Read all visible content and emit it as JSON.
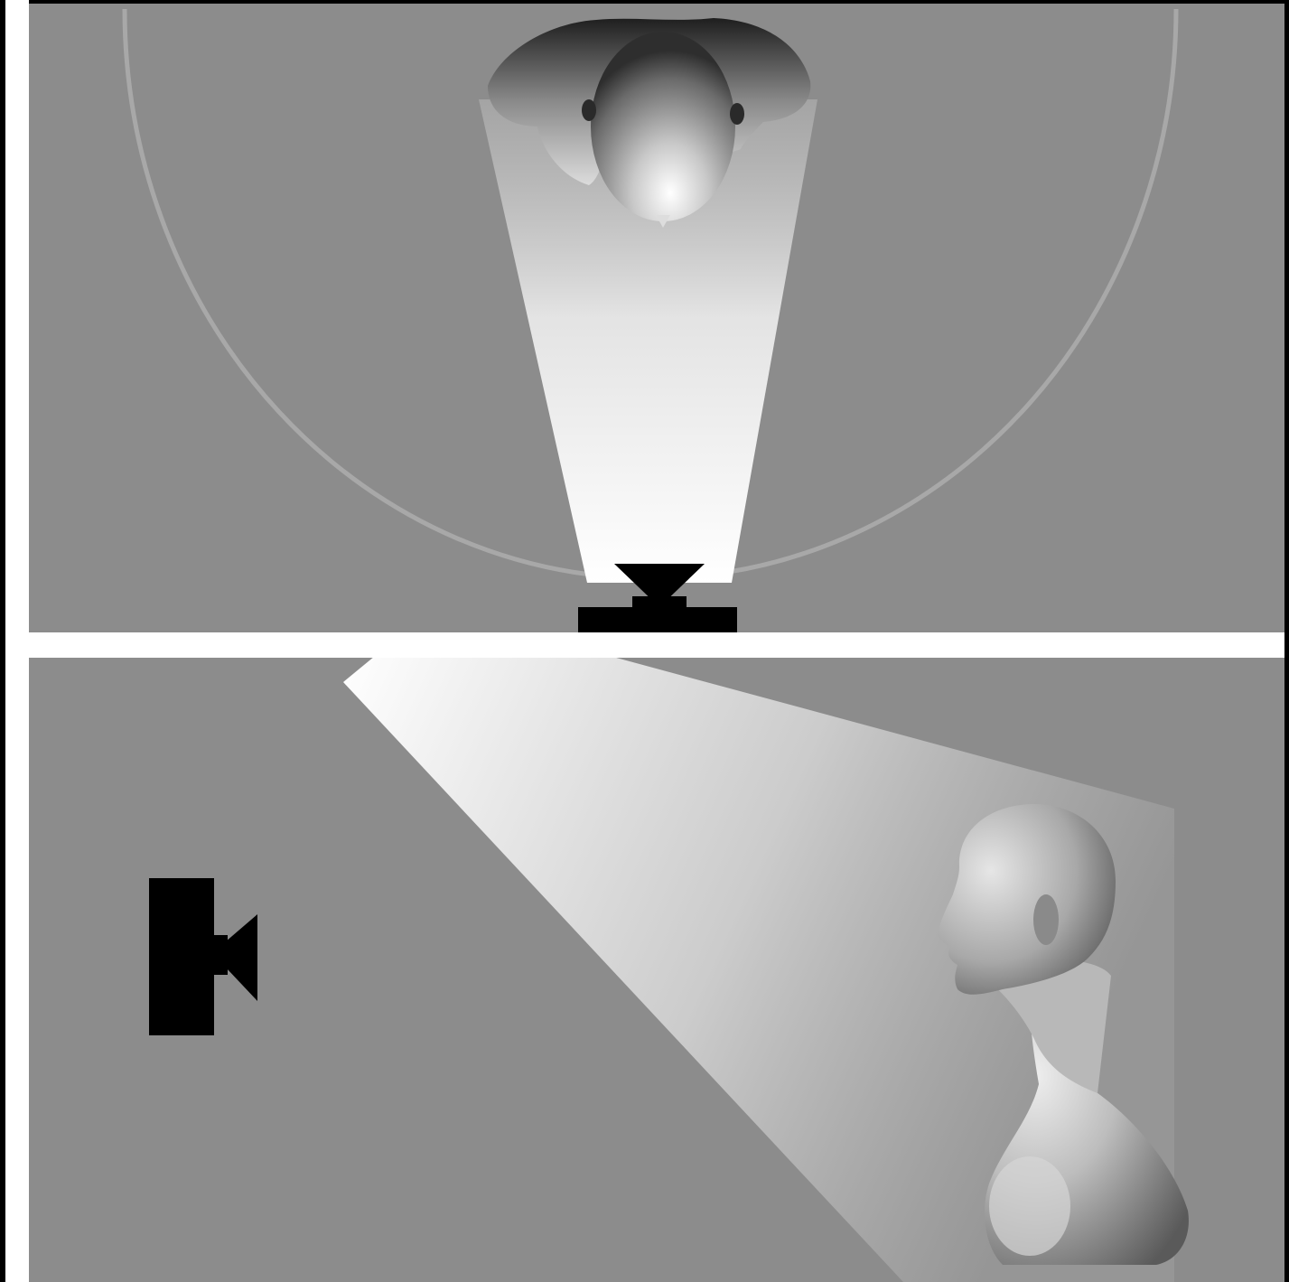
{
  "diagram": {
    "views": [
      {
        "id": "top-view",
        "subject": "head-shoulders-from-above",
        "light": "spotlight-cone",
        "guide": "circular-arc"
      },
      {
        "id": "side-view",
        "subject": "mannequin-bust-profile",
        "light": "spotlight-cone",
        "source": "light-icon"
      }
    ]
  },
  "colors": {
    "page_frame": "#000000",
    "divider": "#ffffff",
    "panel_background": "#8c8c8c",
    "light_beam": "#ffffff",
    "light_source": "#000000",
    "guide_arc": "#a8a8a8",
    "figure_highlight": "#f2f2f2",
    "figure_shadow": "#3a3a3a"
  },
  "icons": {
    "top_light": "spotlight-icon",
    "side_light": "spotlight-icon"
  }
}
